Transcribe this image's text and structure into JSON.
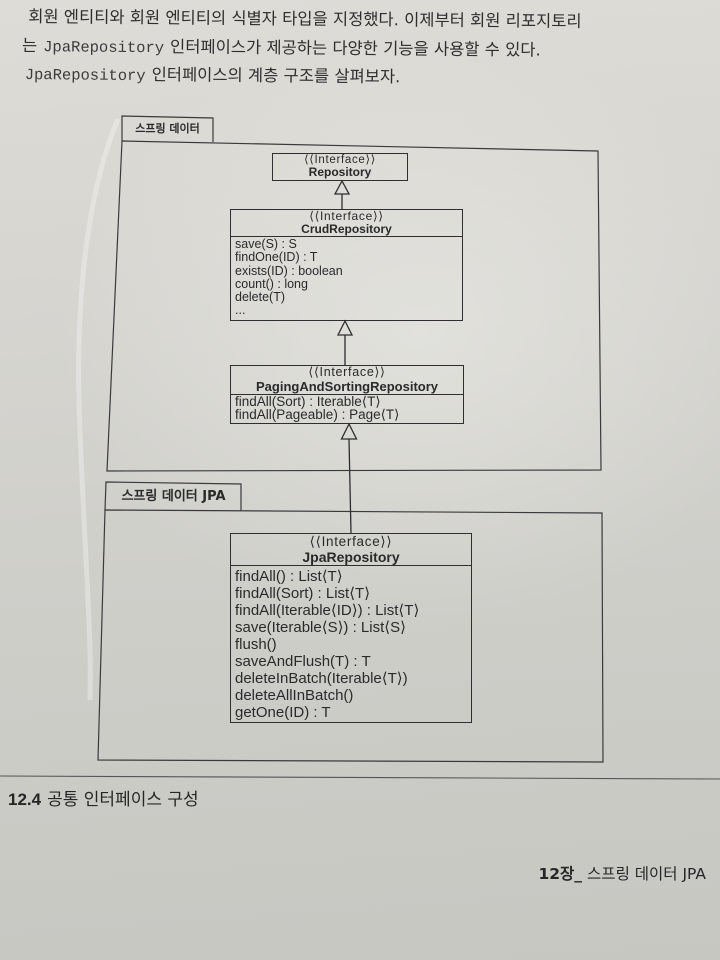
{
  "intro": {
    "line1": "회원 엔티티와 회원 엔티티의 식별자 타입을 지정했다. 이제부터 회원 리포지토리",
    "line2_start": "는",
    "line2_code": "JpaRepository",
    "line2_end": "인터페이스가 제공하는 다양한 기능을 사용할 수 있다.",
    "line3_code": "JpaRepository",
    "line3_end": "인터페이스의 계층 구조를 살펴보자."
  },
  "diagram": {
    "packages": [
      {
        "label": "스프링 데이터"
      },
      {
        "label": "스프링 데이터 JPA"
      }
    ],
    "interfaces": [
      {
        "package": 0,
        "stereotype": "⟨⟨Interface⟩⟩",
        "name": "Repository"
      },
      {
        "package": 0,
        "stereotype": "⟨⟨Interface⟩⟩",
        "name": "CrudRepository",
        "methods": [
          "save(S) : S",
          "findOne(ID) : T",
          "exists(ID) : boolean",
          "count() : long",
          "delete(T)",
          "..."
        ]
      },
      {
        "package": 0,
        "stereotype": "⟨⟨Interface⟩⟩",
        "name": "PagingAndSortingRepository",
        "methods": [
          "findAll(Sort) : Iterable⟨T⟩",
          "findAll(Pageable) : Page⟨T⟩"
        ]
      },
      {
        "package": 1,
        "stereotype": "⟨⟨Interface⟩⟩",
        "name": "JpaRepository",
        "methods": [
          "findAll() : List⟨T⟩",
          "findAll(Sort) : List⟨T⟩",
          "findAll(Iterable⟨ID⟩) : List⟨T⟩",
          "save(Iterable⟨S⟩) : List⟨S⟩",
          "flush()",
          "saveAndFlush(T) : T",
          "deleteInBatch(Iterable⟨T⟩)",
          "deleteAllInBatch()",
          "getOne(ID) : T"
        ]
      }
    ],
    "generalizations": [
      {
        "child": 1,
        "parent": 0
      },
      {
        "child": 2,
        "parent": 1
      },
      {
        "child": 3,
        "parent": 2
      }
    ]
  },
  "figure_caption": {
    "number": "12.4",
    "title": "공통 인터페이스 구성"
  },
  "page_footer": {
    "chapter": "12장_",
    "title": "스프링 데이터 JPA"
  }
}
